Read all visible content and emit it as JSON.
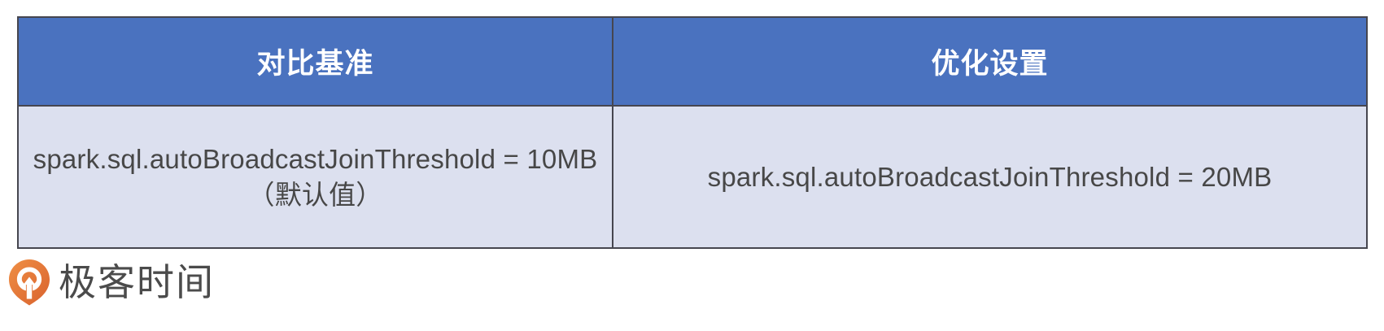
{
  "table": {
    "columns": [
      {
        "key": "baseline",
        "header": "对比基准"
      },
      {
        "key": "optimized",
        "header": "优化设置"
      }
    ],
    "rows": [
      {
        "baseline": "spark.sql.autoBroadcastJoinThreshold = 10MB（默认值）",
        "optimized": "spark.sql.autoBroadcastJoinThreshold = 20MB"
      }
    ],
    "colors": {
      "header_bg": "#4a72bf",
      "header_text": "#ffffff",
      "body_bg": "#dce0ef",
      "body_text": "#474747",
      "grid_line": "#46464f",
      "outer_border": "#8a8a96"
    }
  },
  "branding": {
    "logo_icon": "geek-time-pin-icon",
    "logo_text": "极客时间",
    "logo_color": "#e8753a",
    "logo_text_color": "#4b4b4b"
  }
}
